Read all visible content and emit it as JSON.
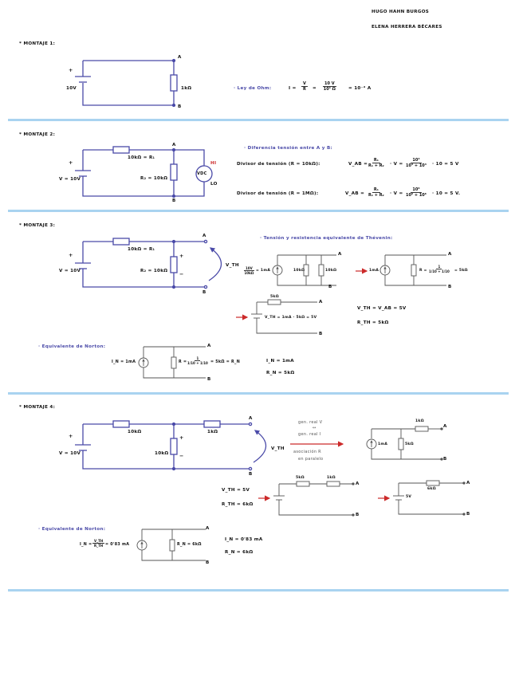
{
  "authors": [
    "HUGO HAHN BURGOS",
    "ELENA HERRERA BÉCARES"
  ],
  "montajes": [
    {
      "title": "* MONTAJE 1:",
      "source": "10V",
      "plus": "+",
      "resistor": "1kΩ",
      "node_a": "A",
      "node_b": "B",
      "ohm_label": "· Ley de Ohm:",
      "ohm_eq_lhs": "I =",
      "ohm_frac1_num": "V",
      "ohm_frac1_den": "R",
      "ohm_frac2_num": "10 V",
      "ohm_frac2_den": "10³ Ω",
      "ohm_result": "= 10⁻² A"
    },
    {
      "title": "* MONTAJE 2:",
      "source": "V = 10V",
      "plus": "+",
      "r1": "10kΩ = R₁",
      "r2": "R₂ = 10kΩ",
      "node_a": "A",
      "node_b": "B",
      "meter": "VDC",
      "meter_hi": "HI",
      "meter_lo": "LO",
      "diff_title": "· Diferencia tensión entre A y B:",
      "div1_label": "Divisor de tensión (R = 10kΩ):",
      "div1_vab": "V_AB =",
      "div1_frac1_num": "R₁",
      "div1_frac1_den": "R₁ + R₂",
      "div1_mid": "· V =",
      "div1_frac2_num": "10³",
      "div1_frac2_den": "10³ + 10³",
      "div1_result": "· 10 = 5 V",
      "div2_label": "Divisor de tensión (R = 1MΩ):",
      "div2_vab": "V_AB =",
      "div2_frac1_num": "R₁",
      "div2_frac1_den": "R₁ + R₂",
      "div2_mid": "· V =",
      "div2_frac2_num": "10⁶",
      "div2_frac2_den": "10⁶ + 10⁶",
      "div2_result": "· 10 = 5 V."
    },
    {
      "title": "* MONTAJE 3:",
      "source": "V = 10V",
      "plus": "+",
      "r1": "10kΩ = R₁",
      "r2": "R₂ = 10kΩ",
      "node_a": "A",
      "node_b": "B",
      "vth": "V_TH",
      "pol_plus": "+",
      "pol_minus": "−",
      "thev_title": "· Tensión y resistencia equivalente de Thévenin:",
      "src_frac_num": "10V",
      "src_frac_den": "10kΩ",
      "src_val": "= 1mA",
      "ra": "10kΩ",
      "rb": "10kΩ",
      "eq_src": "1mA",
      "eq_r": "R =",
      "eq_r_frac_num": "1",
      "eq_r_frac_den": "1/10 + 1/10",
      "eq_r_result": "= 5kΩ",
      "thev_r": "5kΩ",
      "thev_src": "V_TH = 1mA · 5kΩ = 5V",
      "vth_result": "V_TH = V_AB = 5V",
      "rth_result": "R_TH = 5kΩ",
      "norton_title": "· Equivalente de Norton:",
      "norton_src": "I_N = 1mA",
      "norton_r": "R =",
      "norton_r_frac_num": "1",
      "norton_r_frac_den": "1/10 + 1/10",
      "norton_r_result": "= 5kΩ = R_N",
      "in_result": "I_N = 1mA",
      "rn_result": "R_N = 5kΩ"
    },
    {
      "title": "* MONTAJE 4:",
      "source": "V = 10V",
      "plus": "+",
      "r1": "10kΩ",
      "r2": "10kΩ",
      "r3": "1kΩ",
      "node_a": "A",
      "node_b": "B",
      "vth": "V_TH",
      "pol_plus": "+",
      "pol_minus": "−",
      "conv_top1": "gen. real V",
      "conv_top2": "↔",
      "conv_top3": "gen. real I",
      "conv_bot1": "asociación R",
      "conv_bot2": "en paralelo",
      "n_src": "1mA",
      "n_r": "5kΩ",
      "n_rs": "1kΩ",
      "vth_result": "V_TH = 5V",
      "rth_result": "R_TH = 6kΩ",
      "t_r1": "5kΩ",
      "t_r2": "1kΩ",
      "t2_r": "6kΩ",
      "t2_src": "5V",
      "norton_title": "· Equivalente de Norton:",
      "norton_src_lhs": "I_N =",
      "norton_src_num": "V_TH",
      "norton_src_den": "R_TH",
      "norton_src_val": "= 0'83 mA",
      "norton_r": "R_N = 6kΩ",
      "in_result": "I_N = 0'83 mA",
      "rn_result": "R_N = 6kΩ"
    }
  ]
}
